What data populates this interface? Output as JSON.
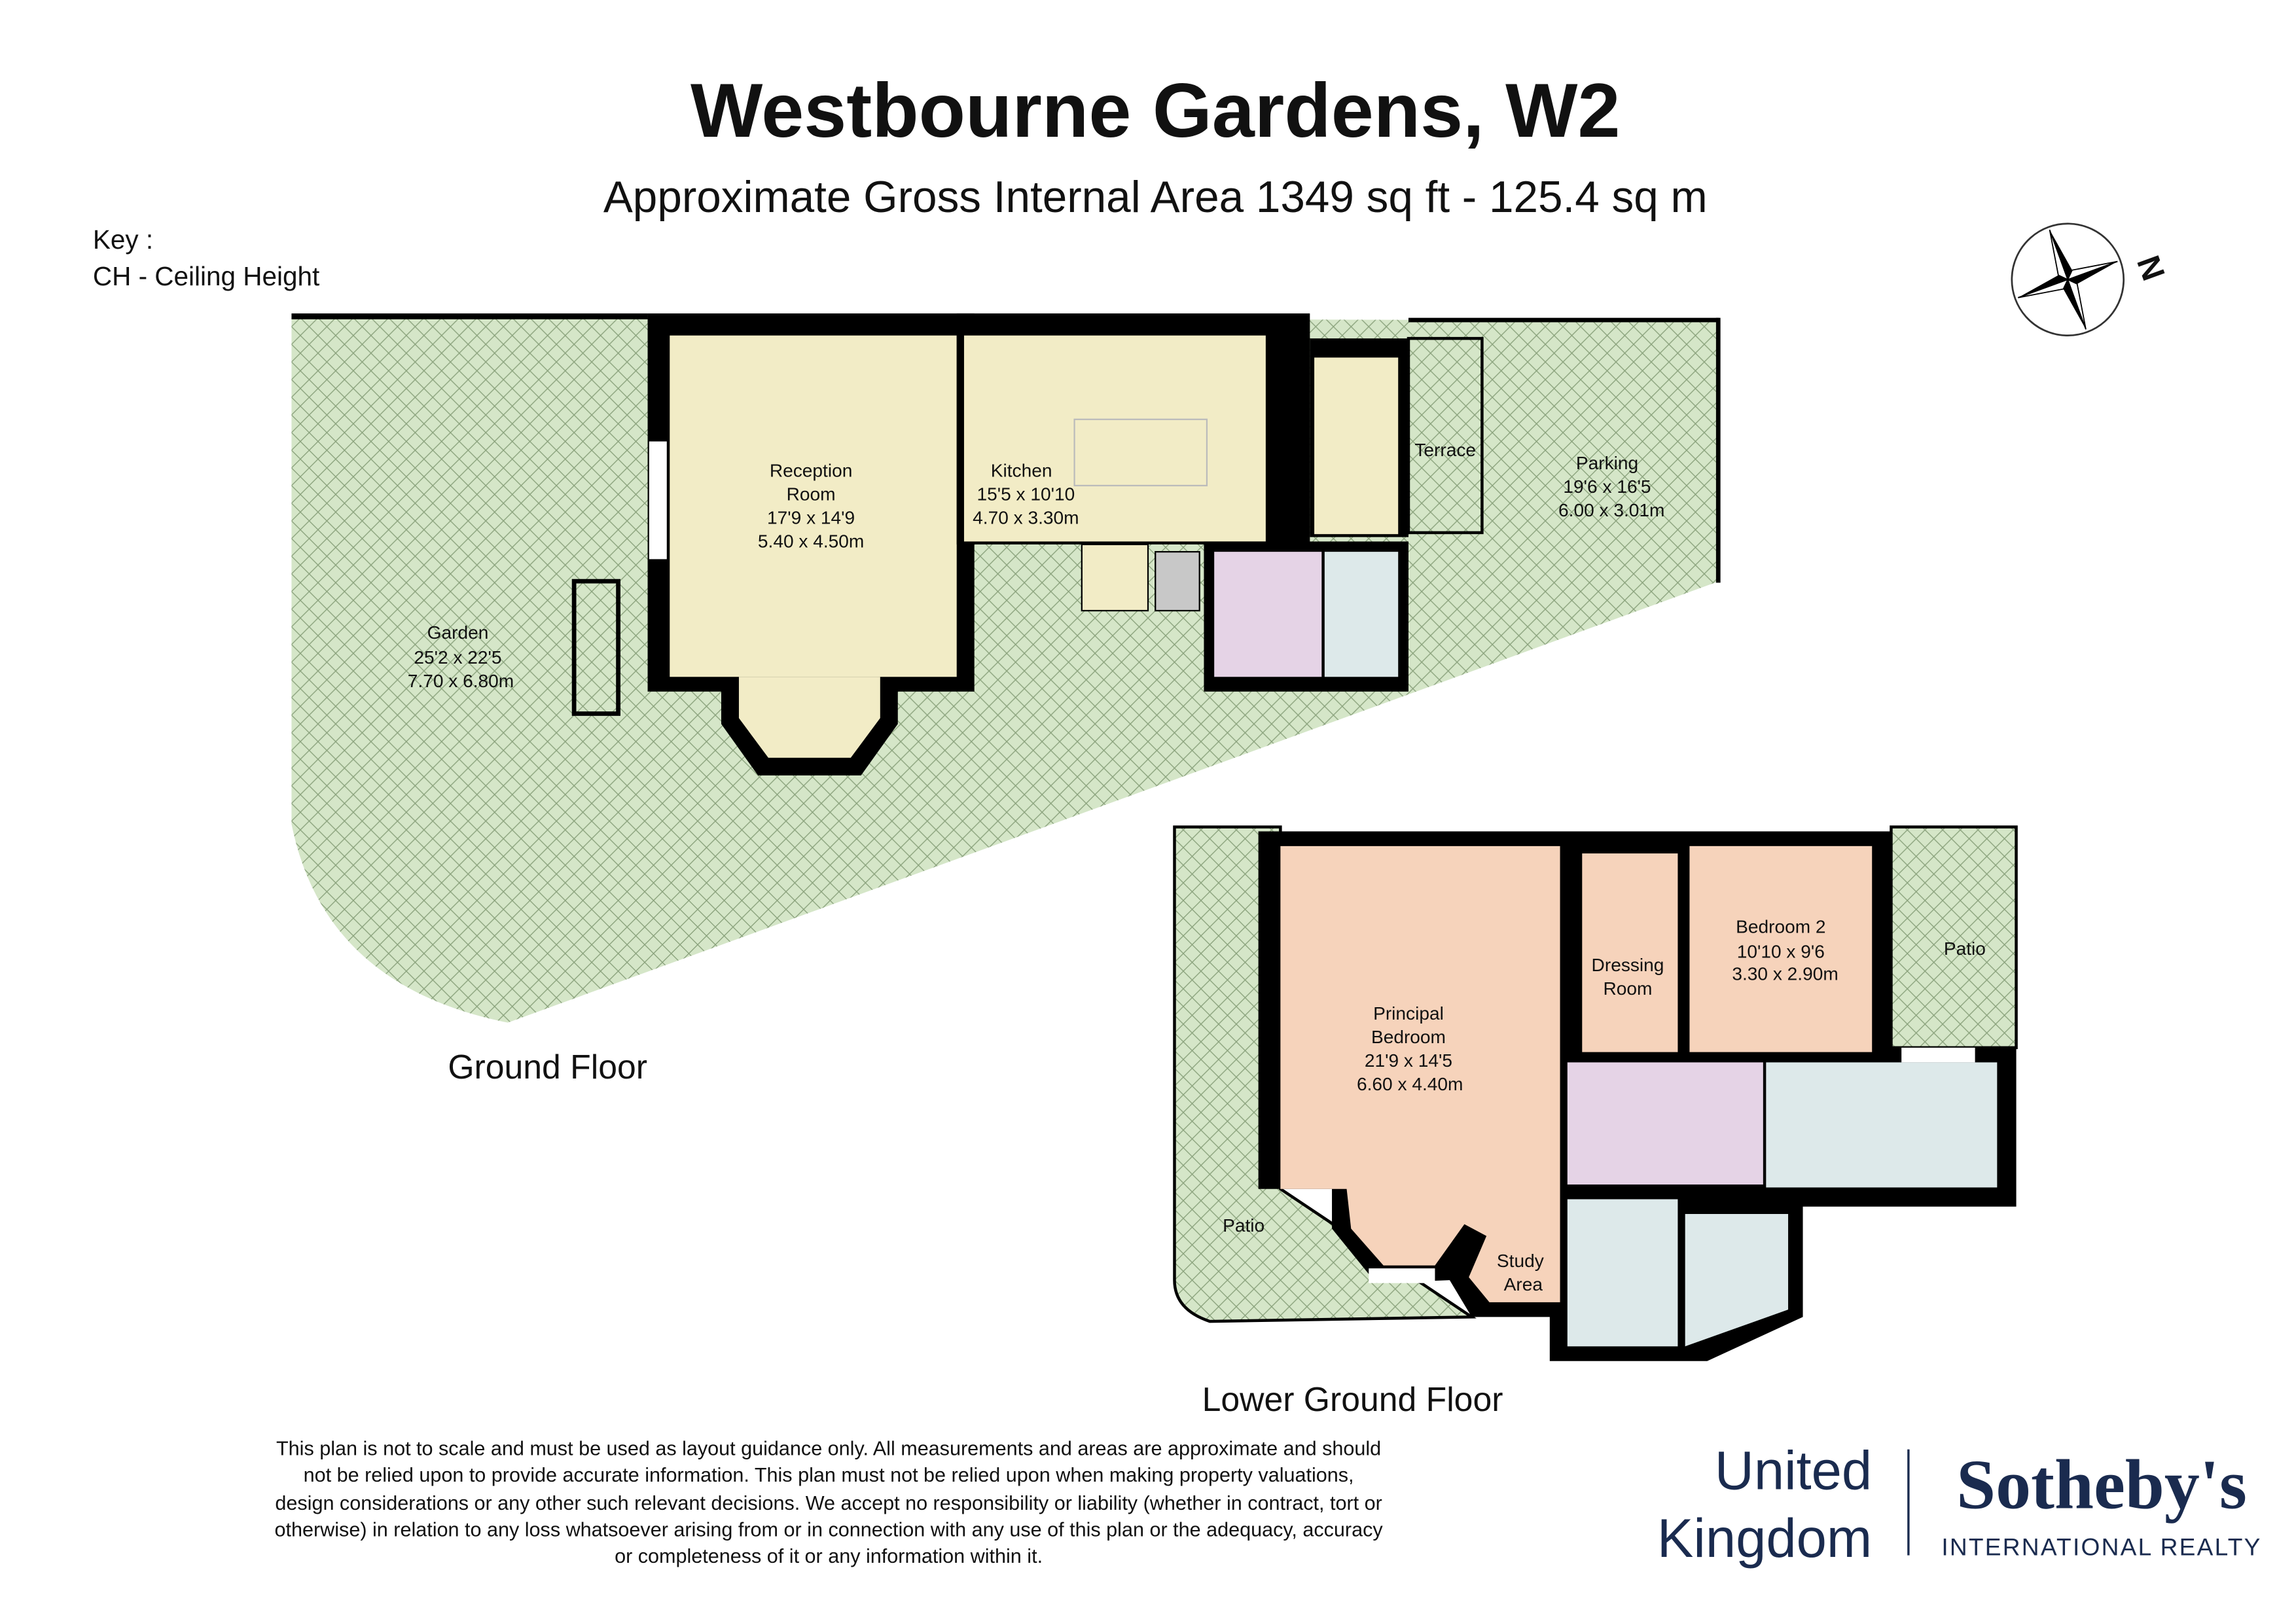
{
  "header": {
    "title": "Westbourne Gardens, W2",
    "subtitle": "Approximate Gross Internal Area 1349 sq ft - 125.4 sq m"
  },
  "key": {
    "heading": "Key :",
    "items": [
      "CH - Ceiling Height"
    ]
  },
  "compass": {
    "icon": "compass-rose-icon",
    "label": "N"
  },
  "ground_floor": {
    "label": "Ground Floor",
    "rooms": [
      {
        "name_lines": [
          "Reception",
          "Room"
        ],
        "imperial": "17'9 x 14'9",
        "metric": "5.40 x 4.50m"
      },
      {
        "name_lines": [
          "Kitchen"
        ],
        "imperial": "15'5 x 10'10",
        "metric": "4.70 x 3.30m"
      },
      {
        "name_lines": [
          "Terrace"
        ]
      },
      {
        "name_lines": [
          "Parking"
        ],
        "imperial": "19'6 x 16'5",
        "metric": "6.00 x 3.01m"
      },
      {
        "name_lines": [
          "Garden"
        ],
        "imperial": "25'2 x 22'5",
        "metric": "7.70 x 6.80m"
      }
    ]
  },
  "lower_ground_floor": {
    "label": "Lower Ground Floor",
    "rooms": [
      {
        "name_lines": [
          "Principal",
          "Bedroom"
        ],
        "imperial": "21'9 x 14'5",
        "metric": "6.60 x 4.40m"
      },
      {
        "name_lines": [
          "Dressing",
          "Room"
        ]
      },
      {
        "name_lines": [
          "Bedroom 2"
        ],
        "imperial": "10'10 x 9'6",
        "metric": "3.30 x 2.90m"
      },
      {
        "name_lines": [
          "Patio"
        ]
      },
      {
        "name_lines": [
          "Patio"
        ]
      },
      {
        "name_lines": [
          "Study",
          "Area"
        ]
      }
    ]
  },
  "disclaimer": [
    "This plan is not to scale and must be used as layout guidance only. All measurements and areas are approximate and should",
    "not be relied upon to provide accurate information. This plan must not be relied upon when making property valuations,",
    "design considerations or any other such relevant decisions. We accept no responsibility or liability (whether in contract, tort or",
    "otherwise) in relation to any loss whatsoever arising from or in connection with any use of this plan or the adequacy, accuracy",
    "or completeness of it or any information within it."
  ],
  "branding": {
    "region_line1": "United",
    "region_line2": "Kingdom",
    "brand": "Sotheby's",
    "brand_sub": "INTERNATIONAL REALTY",
    "brand_color": "#1a2b4f"
  },
  "colors": {
    "outdoor": "#d5e6c8",
    "reception_kitchen": "#f2ecc6",
    "bedrooms": "#f6d3bb",
    "hall_stairs": "#e5d3e6",
    "bathrooms": "#dde9ea",
    "walls": "#000000"
  }
}
